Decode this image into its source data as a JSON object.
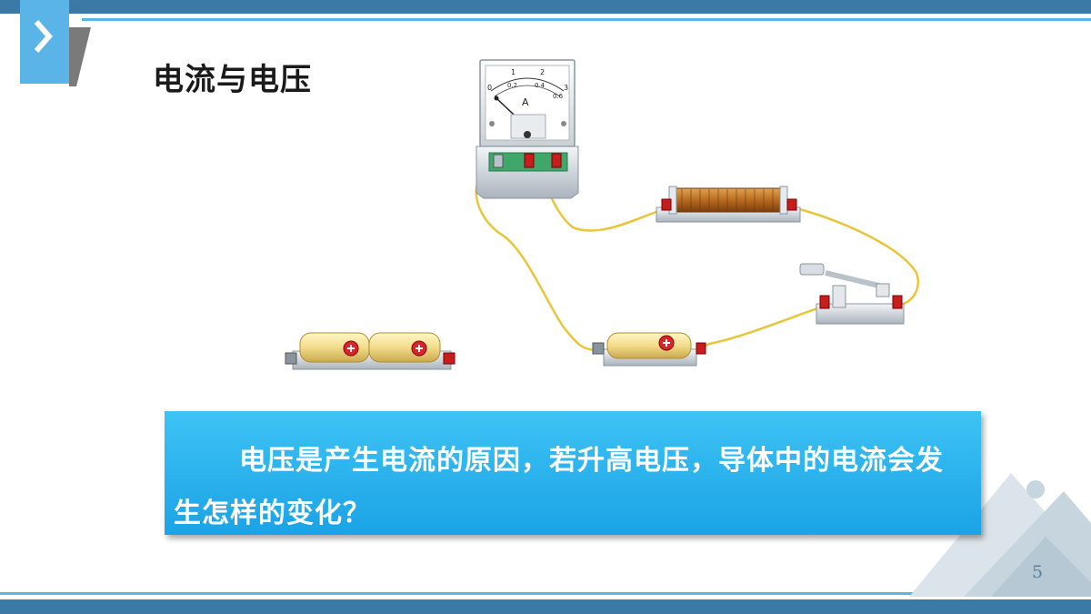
{
  "slide": {
    "title": "电流与电压",
    "question": "电压是产生电流的原因，若升高电压，导体中的电流会发生怎样的变化？",
    "page_number": "5"
  },
  "ammeter": {
    "unit_label": "A",
    "scale_top": [
      "0",
      "1",
      "2",
      "3"
    ],
    "scale_bottom": [
      "0.2",
      "0.4",
      "0.6"
    ]
  },
  "colors": {
    "accent_blue": "#1aa3e6",
    "header_bar": "#3b7aa6",
    "nav_tab": "#5bb4e8",
    "wire": "#e8c53a"
  },
  "icons": {
    "nav": "chevron-right-icon",
    "battery_terminal": "plus-icon"
  }
}
